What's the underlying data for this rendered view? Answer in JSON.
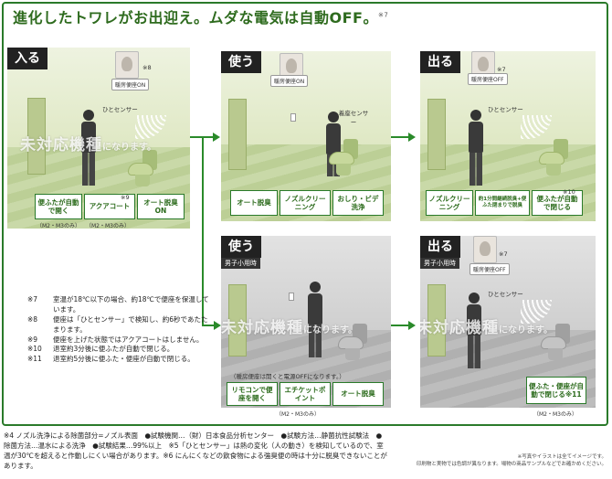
{
  "title": "進化したトワレがお出迎え。ムダな電気は自動OFF。",
  "title_note": "※7",
  "panels": {
    "enter": {
      "tag": "入る",
      "thumb_note": "※8",
      "thumb_label": "暖房便座ON",
      "sensor_label": "ひとセンサー",
      "watermark": "未対応機種",
      "watermark_suffix": "になります。",
      "features": [
        "便ふたが自動で開く",
        "アクアコート",
        "オート脱臭ON"
      ],
      "feature_note": "※9",
      "sub_notes": [
        "（M2・M3のみ）",
        "（M2・M3のみ）"
      ]
    },
    "use": {
      "tag": "使う",
      "thumb_label": "暖房便座ON",
      "sensor_label": "着座センサー",
      "features": [
        "オート脱臭",
        "ノズルクリーニング",
        "おしり・ビデ洗浄"
      ]
    },
    "exit": {
      "tag": "出る",
      "thumb_note": "※7",
      "thumb_label": "暖房便座OFF",
      "sensor_label": "ひとセンサー",
      "features": [
        "ノズルクリーニング",
        "約1分間継続脱臭+便ふた閉まりで脱臭",
        "便ふたが自動で閉じる"
      ],
      "feature_note": "※10"
    },
    "use_male": {
      "tag": "使う",
      "subtag": "男子小用時",
      "watermark": "未対応機種",
      "watermark_suffix": "になります。",
      "caption": "（暖房便座は開くと電源OFFになります。）",
      "features": [
        "リモコンで便座を開く",
        "エチケットポイント",
        "オート脱臭"
      ],
      "sub_note": "（M2・M3のみ）"
    },
    "exit_male": {
      "tag": "出る",
      "subtag": "男子小用時",
      "thumb_note": "※7",
      "thumb_label": "暖房便座OFF",
      "sensor_label": "ひとセンサー",
      "watermark": "未対応機種",
      "watermark_suffix": "になります。",
      "features": [
        "便ふた・便座が自動で閉じる※11"
      ],
      "sub_note": "（M2・M3のみ）"
    }
  },
  "notes": [
    {
      "key": "※7",
      "text": "室温が18℃以下の場合、約18℃で便座を保温しています。"
    },
    {
      "key": "※8",
      "text": "便座は「ひとセンサー」で検知し、約6秒であたたまります。"
    },
    {
      "key": "※9",
      "text": "便座を上げた状態ではアクアコートはしません。"
    },
    {
      "key": "※10",
      "text": "退室約3分後に便ふたが自動で閉じる。"
    },
    {
      "key": "※11",
      "text": "退室約5分後に便ふた・便座が自動で閉じる。"
    }
  ],
  "footer": "※4 ノズル洗浄による除菌部分=ノズル表面　●試験機関…（財）日本食品分析センター　●試験方法…静菌抗性試験法　●除菌方法…温水による洗浄　●試験結果…99%以上　※5「ひとセンサー」は熱の変化（人の動き）を検知しているので、室温が30℃を超えると作動しにくい場合があります。※6 にんにくなどの飲食物による強臭便の時は十分に脱臭できないことがあります。",
  "footer_right": [
    "※写真やイラストは全てイメージです。",
    "印刷物と実物では色調が異なります。場物の商品サンプルなどでお確かめください。"
  ],
  "colors": {
    "accent": "#2a7a2a",
    "title": "#2e6b1e"
  }
}
